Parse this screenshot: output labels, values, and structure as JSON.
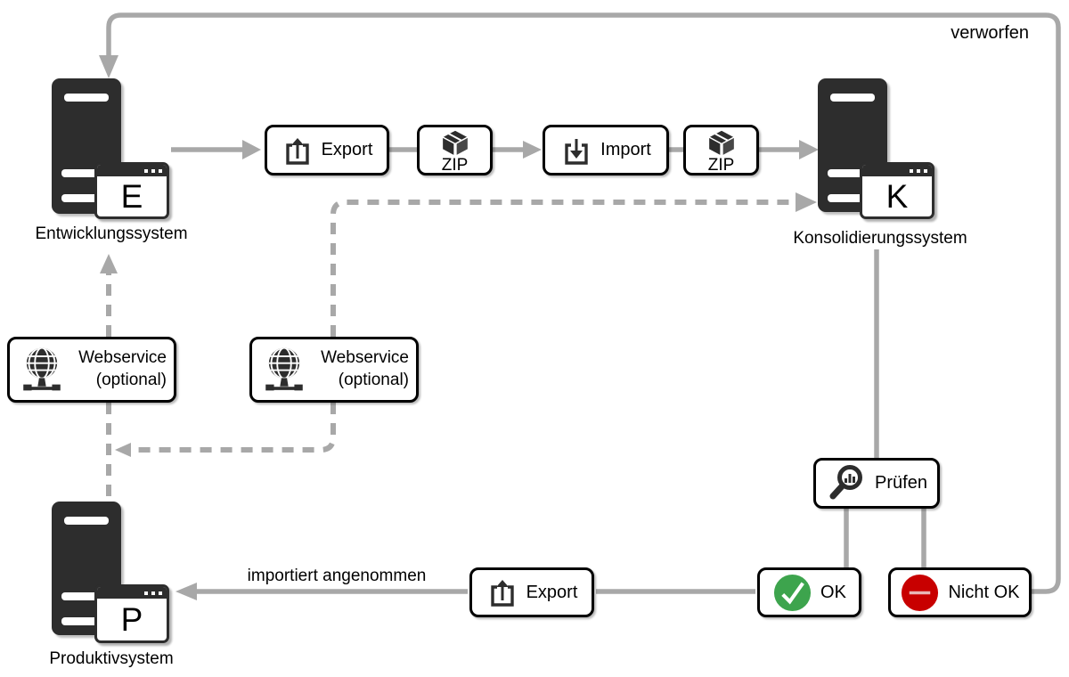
{
  "systems": {
    "development": {
      "label": "Entwicklungssystem",
      "letter": "E"
    },
    "consolidation": {
      "label": "Konsolidierungssystem",
      "letter": "K"
    },
    "production": {
      "label": "Produktivsystem",
      "letter": "P"
    }
  },
  "steps": {
    "export_top": {
      "label": "Export",
      "icon": "upload-icon"
    },
    "zip_1": {
      "label": "ZIP",
      "icon": "package-icon"
    },
    "import_step": {
      "label": "Import",
      "icon": "download-icon"
    },
    "zip_2": {
      "label": "ZIP",
      "icon": "package-icon"
    },
    "webservice_1": {
      "label": "Webservice",
      "sublabel": "(optional)",
      "icon": "globe-network-icon"
    },
    "webservice_2": {
      "label": "Webservice",
      "sublabel": "(optional)",
      "icon": "globe-network-icon"
    },
    "check": {
      "label": "Prüfen",
      "icon": "magnifier-chart-icon"
    },
    "ok": {
      "label": "OK",
      "icon": "check-circle-icon"
    },
    "not_ok": {
      "label": "Nicht OK",
      "icon": "minus-circle-icon"
    },
    "export_bottom": {
      "label": "Export",
      "icon": "upload-icon"
    }
  },
  "edge_labels": {
    "discarded": "verworfen",
    "imported_accepted": "importiert angenommen"
  },
  "colors": {
    "connector_gray": "#a8a8a8",
    "node_dark": "#2d2d2d",
    "ok_green": "#3da44d",
    "not_ok_red": "#c80000",
    "box_border": "#000000",
    "background": "#ffffff"
  }
}
